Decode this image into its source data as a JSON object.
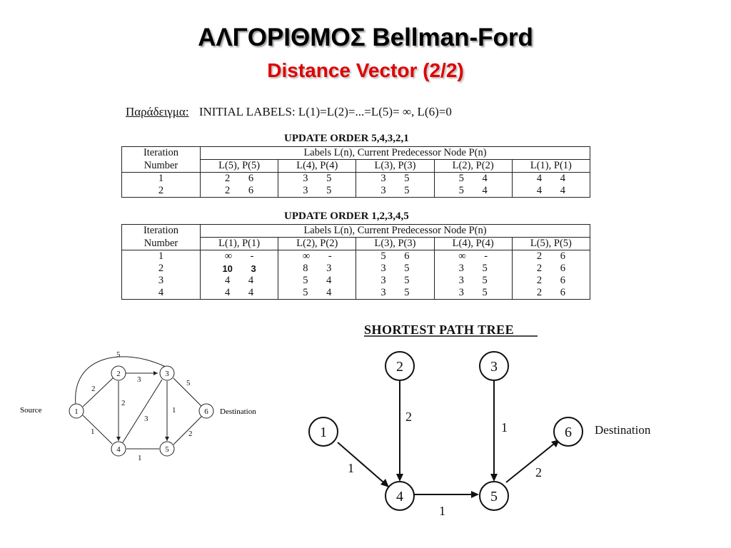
{
  "title": "ΑΛΓΟΡΙΘΜΟΣ Bellman-Ford",
  "subtitle": "Distance Vector (2/2)",
  "example": {
    "label": "Παράδειγμα:",
    "text": "INITIAL LABELS: L(1)=L(2)=...=L(5)= ∞, L(6)=0"
  },
  "table1": {
    "order": "UPDATE ORDER 5,4,3,2,1",
    "iter_header_1": "Iteration",
    "iter_header_2": "Number",
    "labels_header": "Labels L(n), Current Predecessor Node P(n)",
    "columns": [
      "L(5), P(5)",
      "L(4), P(4)",
      "L(3), P(3)",
      "L(2), P(2)",
      "L(1), P(1)"
    ],
    "rows": [
      {
        "iter": "1",
        "cells": [
          "2 6",
          "3 5",
          "3 5",
          "5 4",
          "4 4"
        ]
      },
      {
        "iter": "2",
        "cells": [
          "2 6",
          "3 5",
          "3 5",
          "5 4",
          "4 4"
        ]
      }
    ]
  },
  "table2": {
    "order": "UPDATE ORDER 1,2,3,4,5",
    "iter_header_1": "Iteration",
    "iter_header_2": "Number",
    "labels_header": "Labels L(n), Current Predecessor Node P(n)",
    "columns": [
      "L(1), P(1)",
      "L(2), P(2)",
      "L(3), P(3)",
      "L(4), P(4)",
      "L(5), P(5)"
    ],
    "rows": [
      {
        "iter": "1",
        "cells": [
          "∞ -",
          "∞ -",
          "5 6",
          "∞ -",
          "2 6"
        ]
      },
      {
        "iter": "2",
        "cells": [
          "10 3",
          "8 3",
          "3 5",
          "3 5",
          "2 6"
        ]
      },
      {
        "iter": "3",
        "cells": [
          "4 4",
          "5 4",
          "3 5",
          "3 5",
          "2 6"
        ]
      },
      {
        "iter": "4",
        "cells": [
          "4 4",
          "5 4",
          "3 5",
          "3 5",
          "2 6"
        ]
      }
    ]
  },
  "graph": {
    "source_label": "Source",
    "destination_label": "Destination",
    "nodes": [
      "1",
      "2",
      "3",
      "4",
      "5",
      "6"
    ],
    "edge_weights": {
      "e1_3": "5",
      "e1_2": "2",
      "e1_4": "1",
      "e2_3": "3",
      "e2_4": "2",
      "e4_3": "3",
      "e3_5": "1",
      "e3_6": "5",
      "e4_5": "1",
      "e5_6": "2"
    }
  },
  "tree": {
    "title": "SHORTEST PATH TREE",
    "destination_label": "Destination",
    "nodes": [
      "1",
      "2",
      "3",
      "4",
      "5",
      "6"
    ],
    "edge_weights": {
      "e2_4": "2",
      "e3_5": "1",
      "e1_4": "1",
      "e4_5": "1",
      "e5_6": "2"
    }
  }
}
